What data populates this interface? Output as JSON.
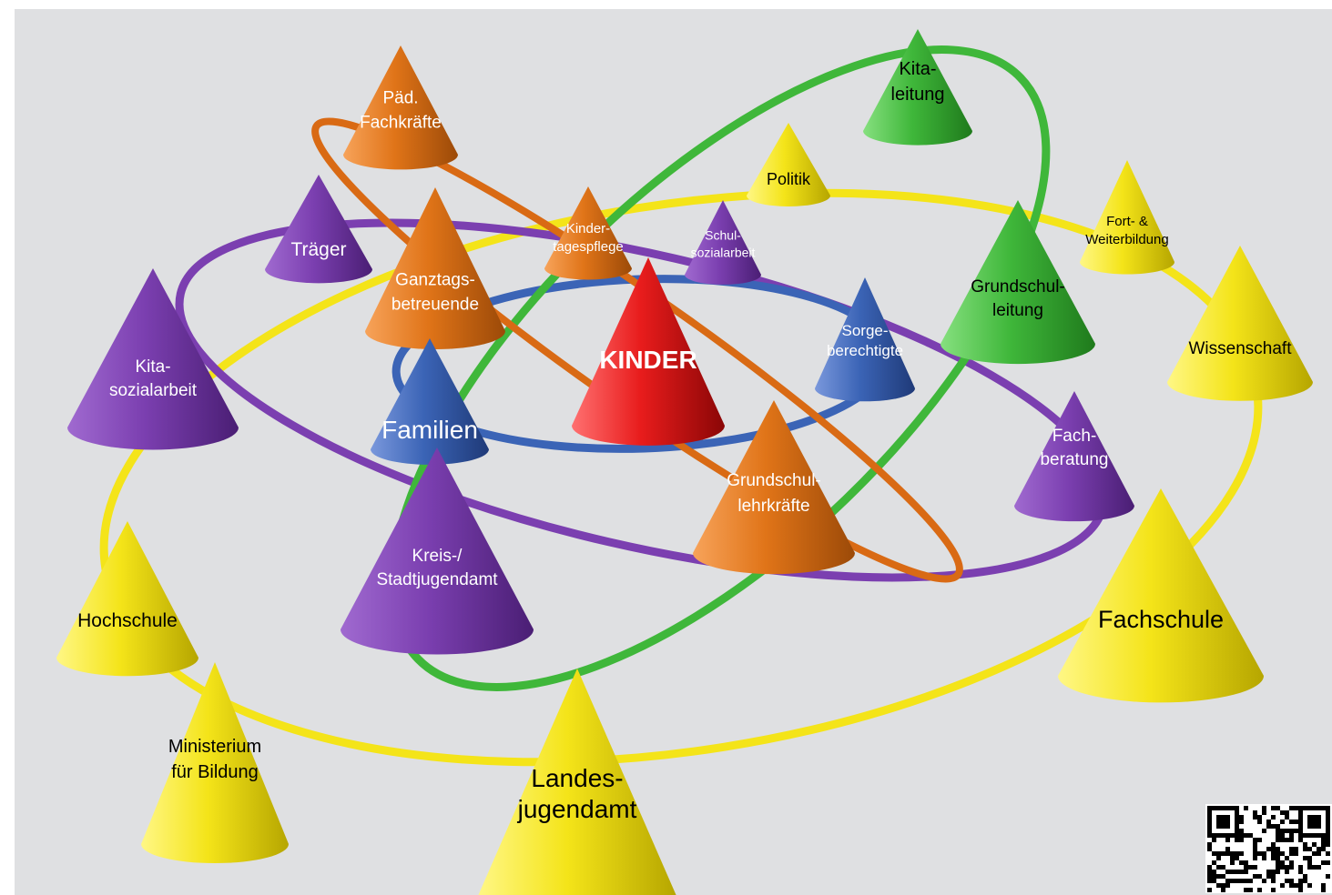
{
  "colors": {
    "background": "#dfe0e2",
    "yellow": "#f4e419",
    "purple": "#7b3fb0",
    "orange": "#e07418",
    "green": "#3fb73a",
    "blue": "#3b64b6",
    "red": "#e81c1c"
  },
  "center": {
    "label": "KINDER"
  },
  "nodes": {
    "paed_fachkraefte": [
      "Päd.",
      "Fachkräfte"
    ],
    "kita_leitung": [
      "Kita-",
      "leitung"
    ],
    "politik": [
      "Politik"
    ],
    "traeger": [
      "Träger"
    ],
    "kindertagespflege": [
      "Kinder-",
      "tagespflege"
    ],
    "schulsozialarbeit": [
      "Schul-",
      "sozialarbeit"
    ],
    "fort_weiterbildung": [
      "Fort- &",
      "Weiterbildung"
    ],
    "ganztagsbetreuende": [
      "Ganztags-",
      "betreuende"
    ],
    "grundschulleitung": [
      "Grundschul-",
      "leitung"
    ],
    "kita_sozialarbeit": [
      "Kita-",
      "sozialarbeit"
    ],
    "wissenschaft": [
      "Wissenschaft"
    ],
    "sorgeberechtigte": [
      "Sorge-",
      "berechtigte"
    ],
    "familien": [
      "Familien"
    ],
    "fachberatung": [
      "Fach-",
      "beratung"
    ],
    "grundschullehrkraefte": [
      "Grundschul-",
      "lehrkräfte"
    ],
    "kreis_stadtjugendamt": [
      "Kreis-/",
      "Stadtjugendamt"
    ],
    "hochschule": [
      "Hochschule"
    ],
    "fachschule": [
      "Fachschule"
    ],
    "ministerium": [
      "Ministerium",
      "für Bildung"
    ],
    "landesjugendamt": [
      "Landes-",
      "jugendamt"
    ]
  }
}
